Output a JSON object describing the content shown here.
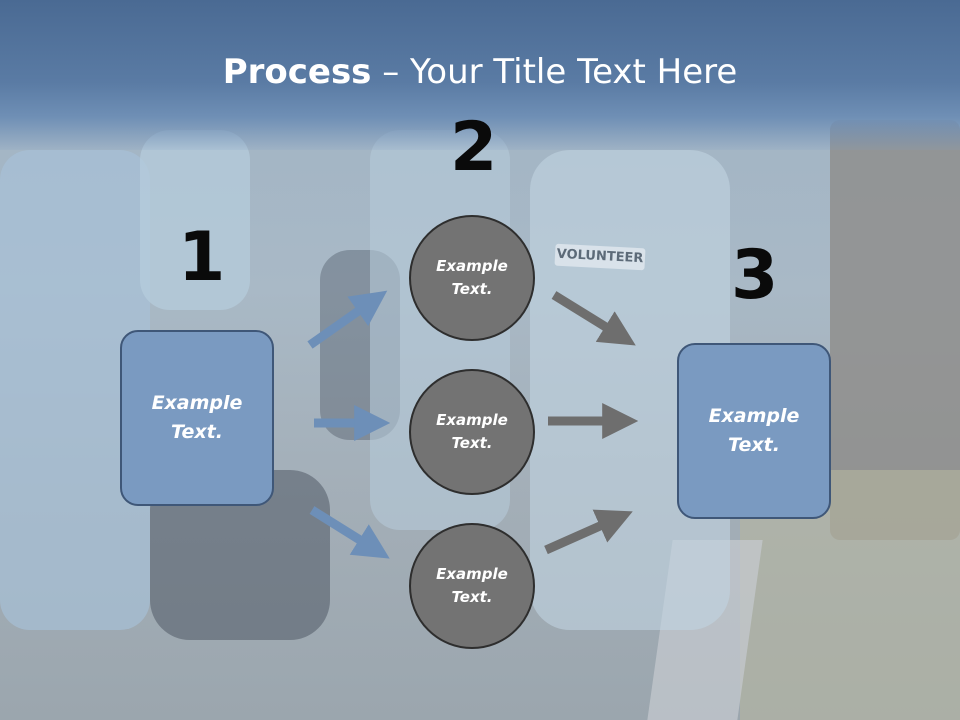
{
  "title": {
    "bold": "Process",
    "rest": " – Your Title Text Here"
  },
  "steps": {
    "n1": "1",
    "n2": "2",
    "n3": "3"
  },
  "left_box": {
    "line1": "Example",
    "line2": "Text."
  },
  "right_box": {
    "line1": "Example",
    "line2": "Text."
  },
  "circles": [
    {
      "line1": "Example",
      "line2": "Text."
    },
    {
      "line1": "Example",
      "line2": "Text."
    },
    {
      "line1": "Example",
      "line2": "Text."
    }
  ],
  "photo_shirt_text": "VOLUNTEER",
  "colors": {
    "box_fill": "#7a9ac1",
    "circle_fill": "#737373",
    "blue_arrow": "#6d8fb8",
    "gray_arrow": "#6e6e6e",
    "header": "#5a7ba4"
  }
}
